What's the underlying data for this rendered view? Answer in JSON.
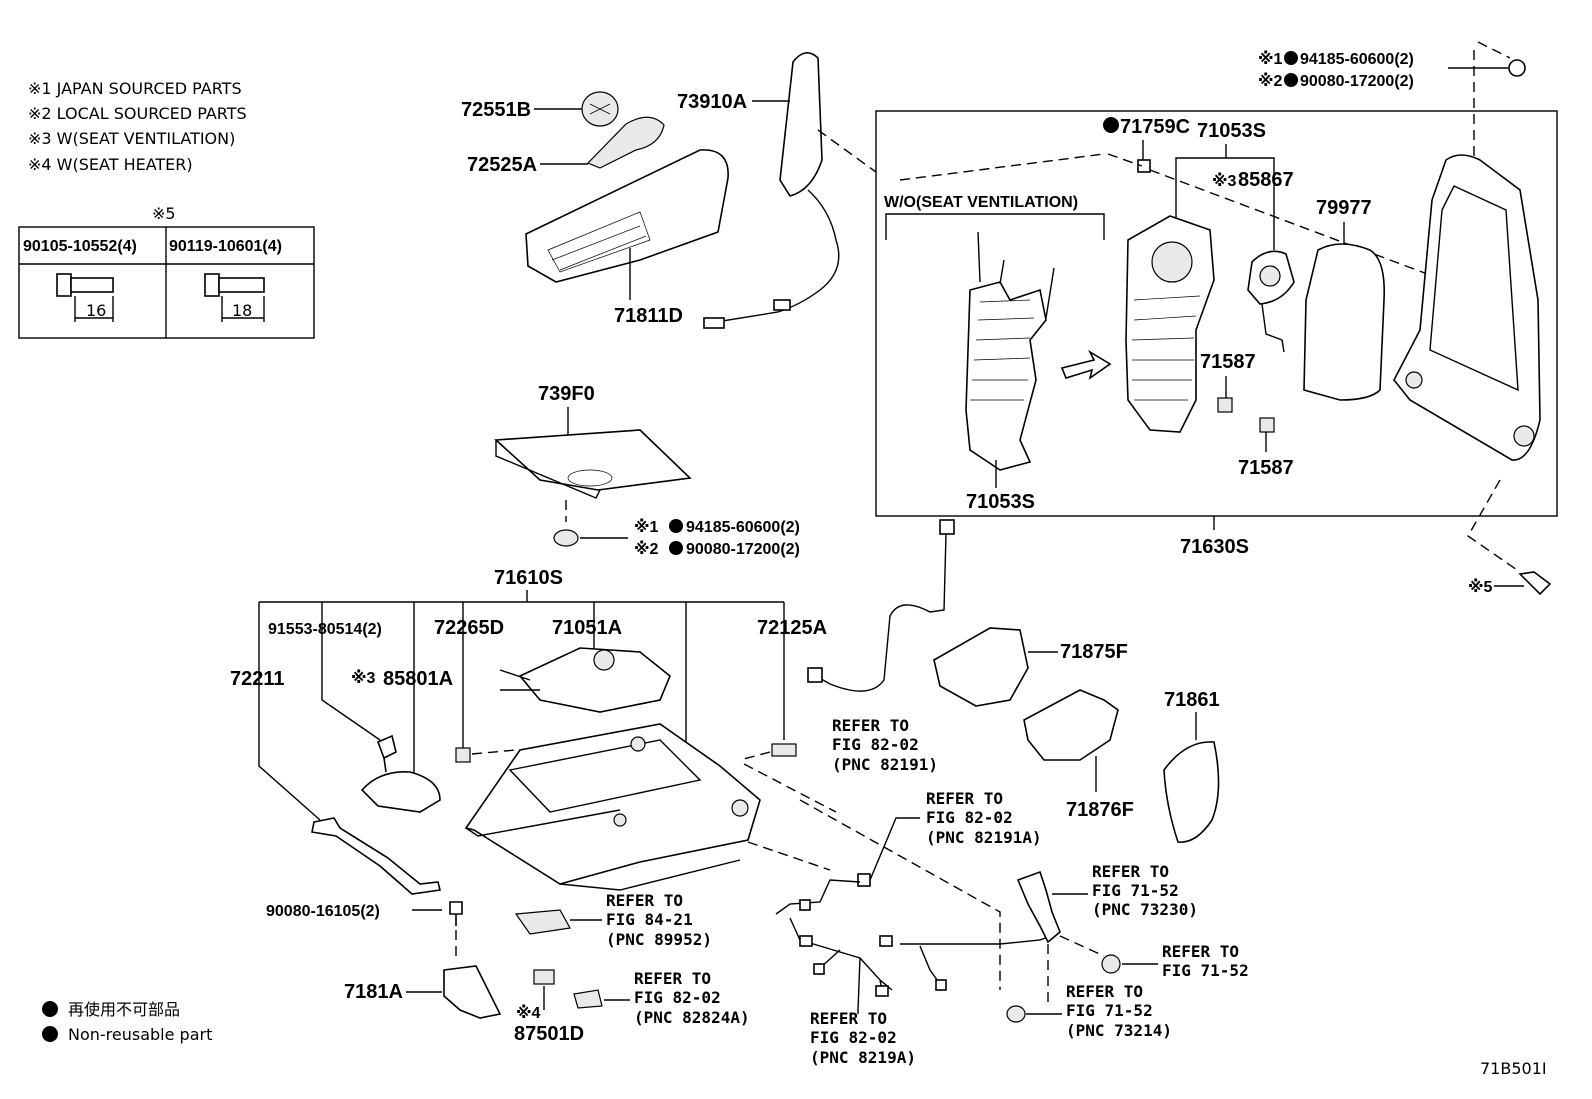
{
  "legend_notes": [
    "※1  JAPAN SOURCED PARTS",
    "※2  LOCAL SOURCED PARTS",
    "※3  W(SEAT VENTILATION)",
    "※4  W(SEAT HEATER)"
  ],
  "bolt_table": {
    "mark": "※5",
    "col1_header": "90105-10552(4)",
    "col2_header": "90119-10601(4)",
    "col1_dim": "16",
    "col2_dim": "18"
  },
  "nonreusable_legend": {
    "jp": "再使用不可部品",
    "en": "Non-reusable part"
  },
  "diagram_code": "71B501I",
  "parts": {
    "p72551B": "72551B",
    "p72525A": "72525A",
    "p73910A": "73910A",
    "p71811D": "71811D",
    "p739F0": "739F0",
    "p71610S": "71610S",
    "p91553": "91553-80514(2)",
    "p72265D": "72265D",
    "p71051A": "71051A",
    "p72125A": "72125A",
    "p72211": "72211",
    "p85801A": "85801A",
    "p85801A_mark": "※3",
    "p90080_16105": "90080-16105(2)",
    "p7181A": "7181A",
    "p87501D": "87501D",
    "p87501D_mark": "※4",
    "p71759C": "71759C",
    "p71053S_top": "71053S",
    "p85867": "85867",
    "p85867_mark": "※3",
    "p79977": "79977",
    "p71587_a": "71587",
    "p71587_b": "71587",
    "p71053S_bot": "71053S",
    "p71630S": "71630S",
    "p71875F": "71875F",
    "p71876F": "71876F",
    "p71861": "71861",
    "wo_seat_vent": "W/O(SEAT VENTILATION)",
    "mark5": "※5"
  },
  "nuts_top": {
    "line1_mark": "※1",
    "line1": "94185-60600(2)",
    "line2_mark": "※2",
    "line2": "90080-17200(2)"
  },
  "nuts_mid": {
    "line1_mark": "※1",
    "line1": "94185-60600(2)",
    "line2_mark": "※2",
    "line2": "90080-17200(2)"
  },
  "refs": {
    "r82191": [
      "REFER TO",
      "FIG 82-02",
      "(PNC 82191)"
    ],
    "r82191A": [
      "REFER TO",
      "FIG 82-02",
      "(PNC 82191A)"
    ],
    "r89952": [
      "REFER TO",
      "FIG 84-21",
      "(PNC 89952)"
    ],
    "r82824A": [
      "REFER TO",
      "FIG 82-02",
      "(PNC 82824A)"
    ],
    "r8219A": [
      "REFER TO",
      "FIG 82-02",
      "(PNC 8219A)"
    ],
    "r73230": [
      "REFER TO",
      "FIG 71-52",
      "(PNC 73230)"
    ],
    "r7152": [
      "REFER TO",
      "FIG 71-52"
    ],
    "r73214": [
      "REFER TO",
      "FIG 71-52",
      "(PNC 73214)"
    ]
  }
}
